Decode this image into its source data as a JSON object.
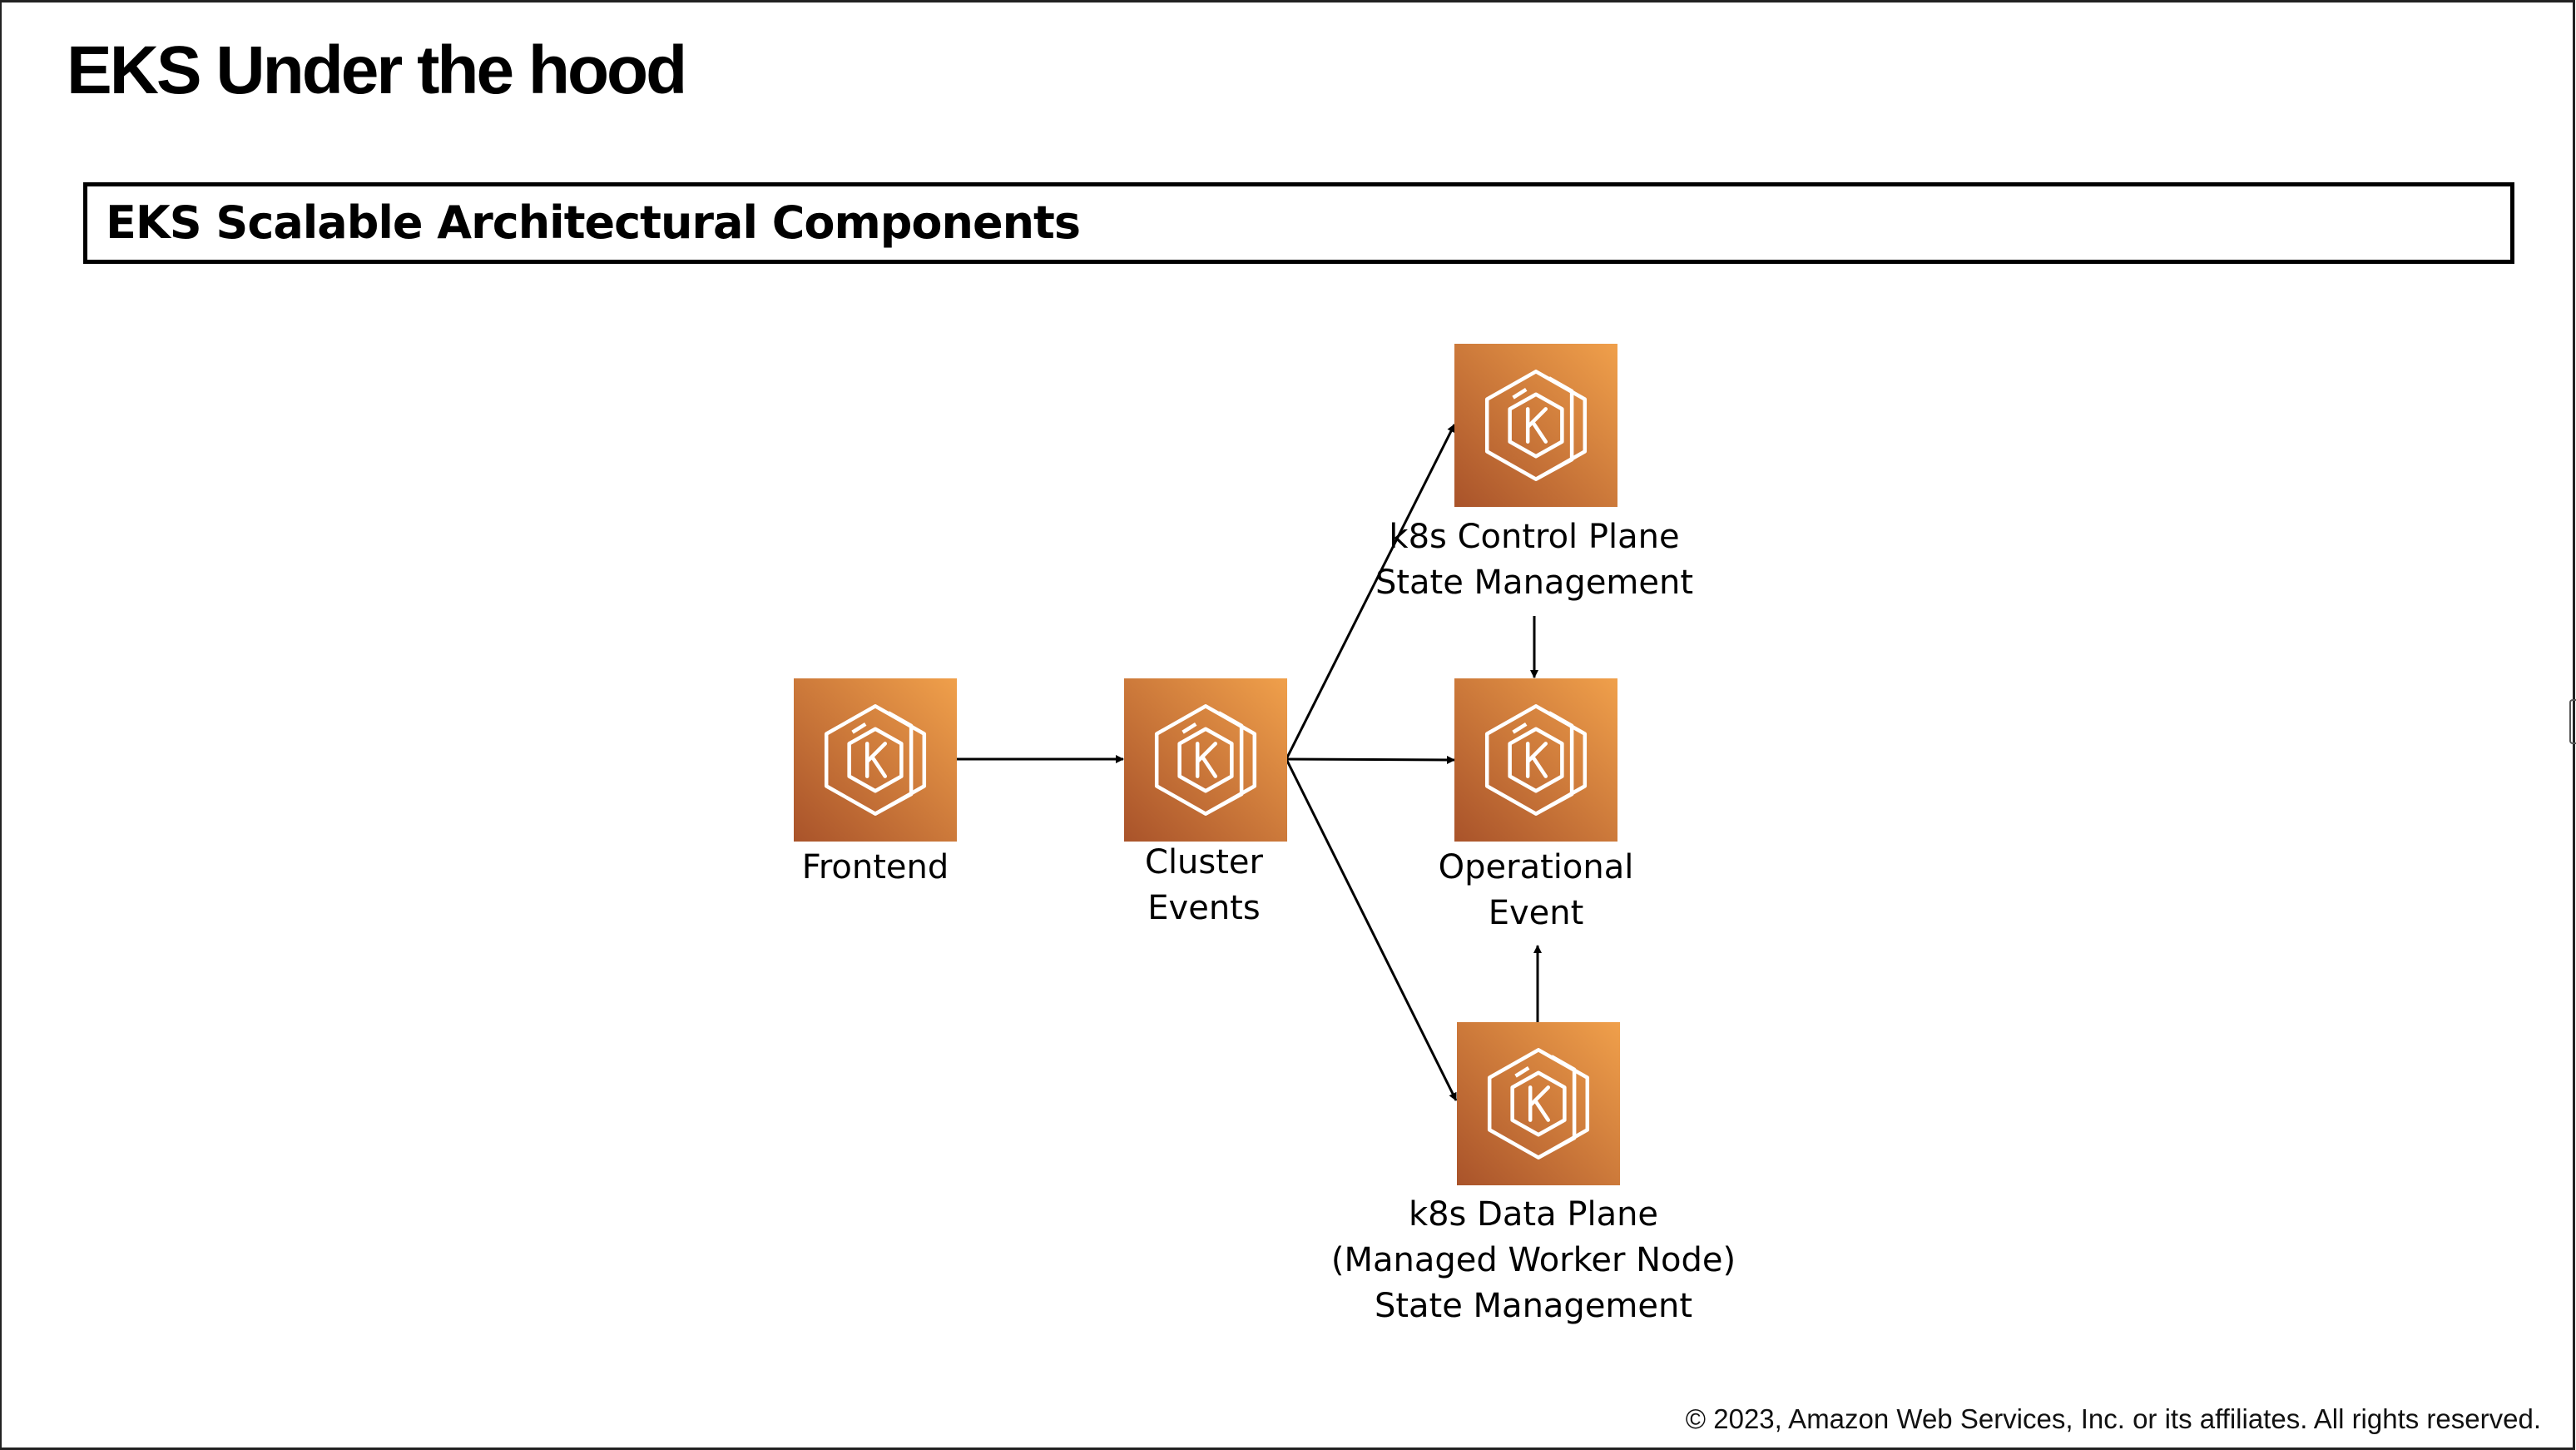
{
  "title": "EKS Under the hood",
  "section": {
    "heading": "EKS Scalable Architectural Components"
  },
  "colors": {
    "icon_gradient_start": "#a9532a",
    "icon_gradient_end": "#f0a04b",
    "icon_stroke": "#ffffff",
    "line": "#000000"
  },
  "diagram": {
    "nodes": [
      {
        "id": "frontend",
        "icon": "eks-kubernetes-icon",
        "label": "Frontend"
      },
      {
        "id": "cluster_events",
        "icon": "eks-kubernetes-icon",
        "label": "Cluster\nEvents"
      },
      {
        "id": "control_plane",
        "icon": "eks-kubernetes-icon",
        "label": "k8s Control Plane\nState Management"
      },
      {
        "id": "operational_event",
        "icon": "eks-kubernetes-icon",
        "label": "Operational\nEvent"
      },
      {
        "id": "data_plane",
        "icon": "eks-kubernetes-icon",
        "label": "k8s Data Plane\n(Managed Worker Node)\nState Management"
      }
    ],
    "edges": [
      {
        "from": "frontend",
        "to": "cluster_events"
      },
      {
        "from": "cluster_events",
        "to": "control_plane"
      },
      {
        "from": "cluster_events",
        "to": "operational_event"
      },
      {
        "from": "cluster_events",
        "to": "data_plane"
      },
      {
        "from": "control_plane",
        "to": "operational_event"
      },
      {
        "from": "data_plane",
        "to": "operational_event"
      }
    ]
  },
  "footer": "© 2023, Amazon Web Services, Inc. or its affiliates. All rights reserved."
}
